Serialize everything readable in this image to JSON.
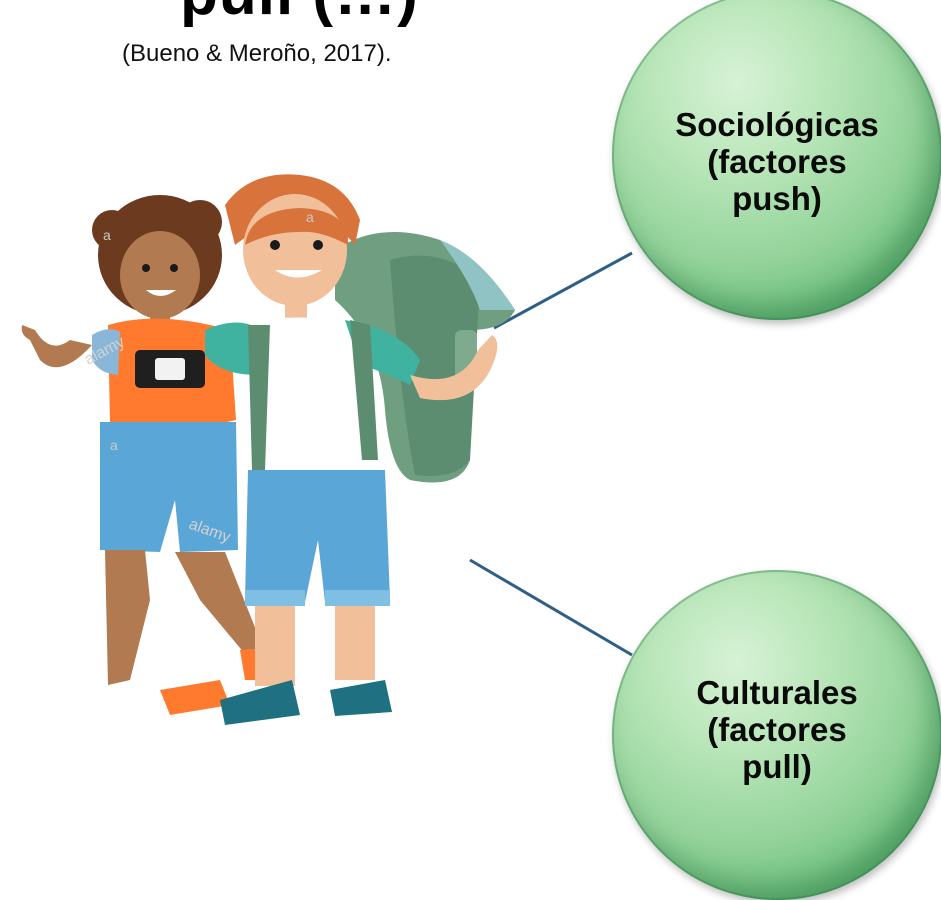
{
  "header": {
    "title_fragment": "pull (…)",
    "citation": "(Bueno & Meroño, 2017)."
  },
  "bubbles": [
    {
      "lines": [
        "Sociológicas",
        "(factores",
        "push)"
      ]
    },
    {
      "lines": [
        "Culturales",
        "(factores",
        "pull)"
      ]
    }
  ],
  "illustration": {
    "description_name": "two-travelers-icon",
    "watermarks": [
      "alamy",
      "a"
    ]
  },
  "colors": {
    "connector": "#2f5e86",
    "bubble_base": "#93d39a",
    "bubble_edge": "#3f9c5c"
  }
}
